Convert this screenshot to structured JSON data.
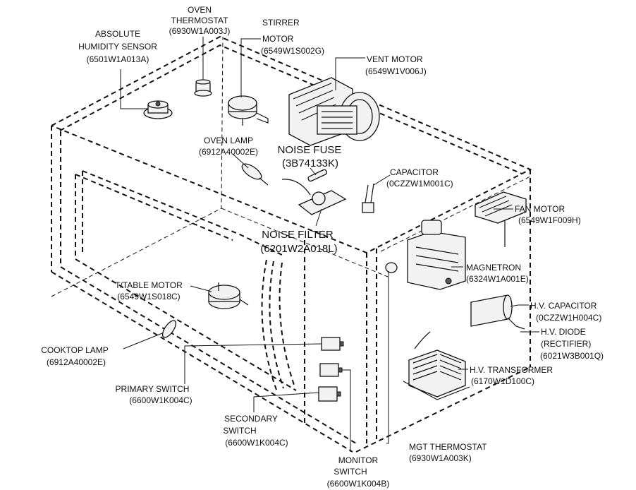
{
  "parts": {
    "oven_thermostat": {
      "name_lines": [
        "OVEN",
        "THERMOSTAT"
      ],
      "code": "(6930W1A003J)"
    },
    "stirrer_motor": {
      "name_lines": [
        "STIRRER",
        "MOTOR"
      ],
      "code": "(6549W1S002G)"
    },
    "absolute_humidity_sensor": {
      "name_lines": [
        "ABSOLUTE",
        "HUMIDITY SENSOR"
      ],
      "code": "(6501W1A013A)"
    },
    "vent_motor": {
      "name_lines": [
        "VENT MOTOR"
      ],
      "code": "(6549W1V006J)"
    },
    "oven_lamp": {
      "name_lines": [
        "OVEN LAMP"
      ],
      "code": "(6912A40002E)"
    },
    "noise_fuse": {
      "name_lines": [
        "NOISE FUSE"
      ],
      "code": "(3B74133K)"
    },
    "capacitor": {
      "name_lines": [
        "CAPACITOR"
      ],
      "code": "(0CZZW1M001C)"
    },
    "fan_motor": {
      "name_lines": [
        "FAN MOTOR"
      ],
      "code": "(6549W1F009H)"
    },
    "noise_filter": {
      "name_lines": [
        "NOISE FILTER"
      ],
      "code": "(6201W2A018L)"
    },
    "magnetron": {
      "name_lines": [
        "MAGNETRON"
      ],
      "code": "(6324W1A001E)"
    },
    "ttable_motor": {
      "name_lines": [
        "T/TABLE MOTOR"
      ],
      "code": "(6549W1S018C)"
    },
    "hv_capacitor": {
      "name_lines": [
        "H.V. CAPACITOR"
      ],
      "code": "(0CZZW1H004C)"
    },
    "hv_diode": {
      "name_lines": [
        "H.V. DIODE",
        "(RECTIFIER)"
      ],
      "code": "(6021W3B001Q)"
    },
    "cooktop_lamp": {
      "name_lines": [
        "COOKTOP LAMP"
      ],
      "code": "(6912A40002E)"
    },
    "hv_transformer": {
      "name_lines": [
        "H.V. TRANSFORMER"
      ],
      "code": "(6170W1D100C)"
    },
    "primary_switch": {
      "name_lines": [
        "PRIMARY SWITCH"
      ],
      "code": "(6600W1K004C)"
    },
    "secondary_switch": {
      "name_lines": [
        "SECONDARY",
        "SWITCH"
      ],
      "code": "(6600W1K004C)"
    },
    "mgt_thermostat": {
      "name_lines": [
        "MGT THERMOSTAT"
      ],
      "code": "(6930W1A003K)"
    },
    "monitor_switch": {
      "name_lines": [
        "MONITOR",
        "SWITCH"
      ],
      "code": "(6600W1K004B)"
    }
  }
}
